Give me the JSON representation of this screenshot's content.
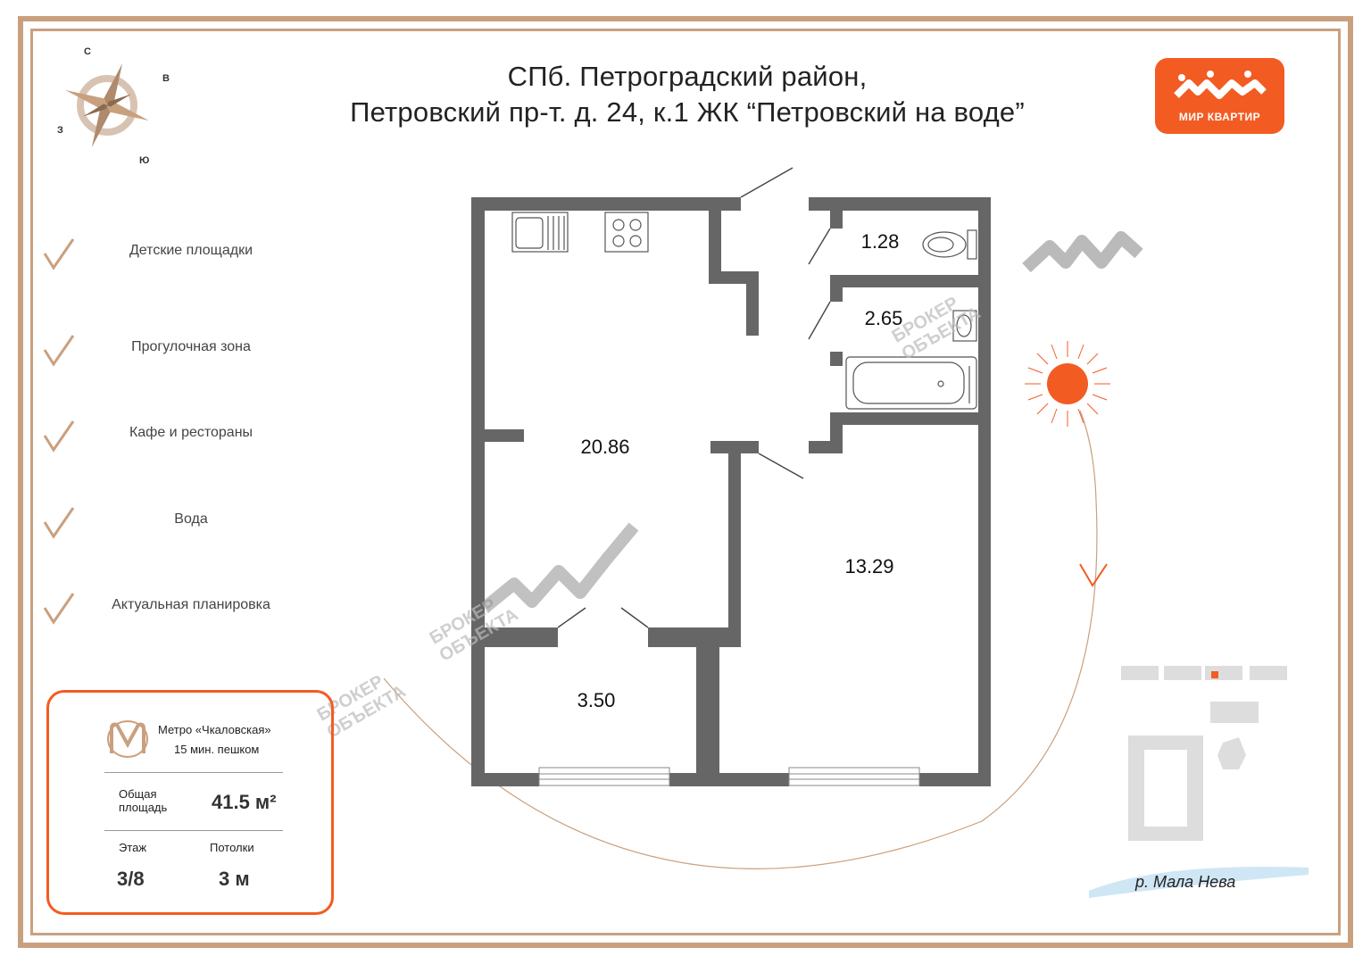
{
  "header": {
    "title_line1": "СПб. Петроградский район,",
    "title_line2": "Петровский пр-т. д. 24, к.1 ЖК “Петровский на воде”"
  },
  "logo": {
    "brand_name": "МИР КВАРТИР",
    "color": "#f25c22"
  },
  "compass": {
    "north": "С",
    "east": "В",
    "west": "З",
    "south": "Ю",
    "icon": "compass-rose-icon"
  },
  "amenities": [
    {
      "label": "Детские площадки",
      "icon": "check-icon"
    },
    {
      "label": "Прогулочная зона",
      "icon": "check-icon"
    },
    {
      "label": "Кафе и рестораны",
      "icon": "check-icon"
    },
    {
      "label": "Вода",
      "icon": "check-icon"
    },
    {
      "label": "Актуальная планировка",
      "icon": "check-icon"
    }
  ],
  "info_card": {
    "metro_name": "Метро «Чкаловская»",
    "metro_walk": "15 мин. пешком",
    "metro_icon": "metro-icon",
    "area_label": "Общая площадь",
    "area_value": "41.5 м²",
    "floor_label": "Этаж",
    "floor_value": "3/8",
    "ceiling_label": "Потолки",
    "ceiling_value": "3 м",
    "border_color": "#f25c22"
  },
  "rooms": {
    "living_kitchen": "20.86",
    "bedroom": "13.29",
    "toilet": "1.28",
    "bathroom": "2.65",
    "loggia": "3.50"
  },
  "location_map": {
    "river_name": "р. Мала Нева"
  },
  "watermark": {
    "line1": "БРОКЕР",
    "line2": "ОБЪЕКТА"
  },
  "colors": {
    "accent": "#f25c22",
    "frame": "#c9a07e",
    "wall": "#666666"
  }
}
